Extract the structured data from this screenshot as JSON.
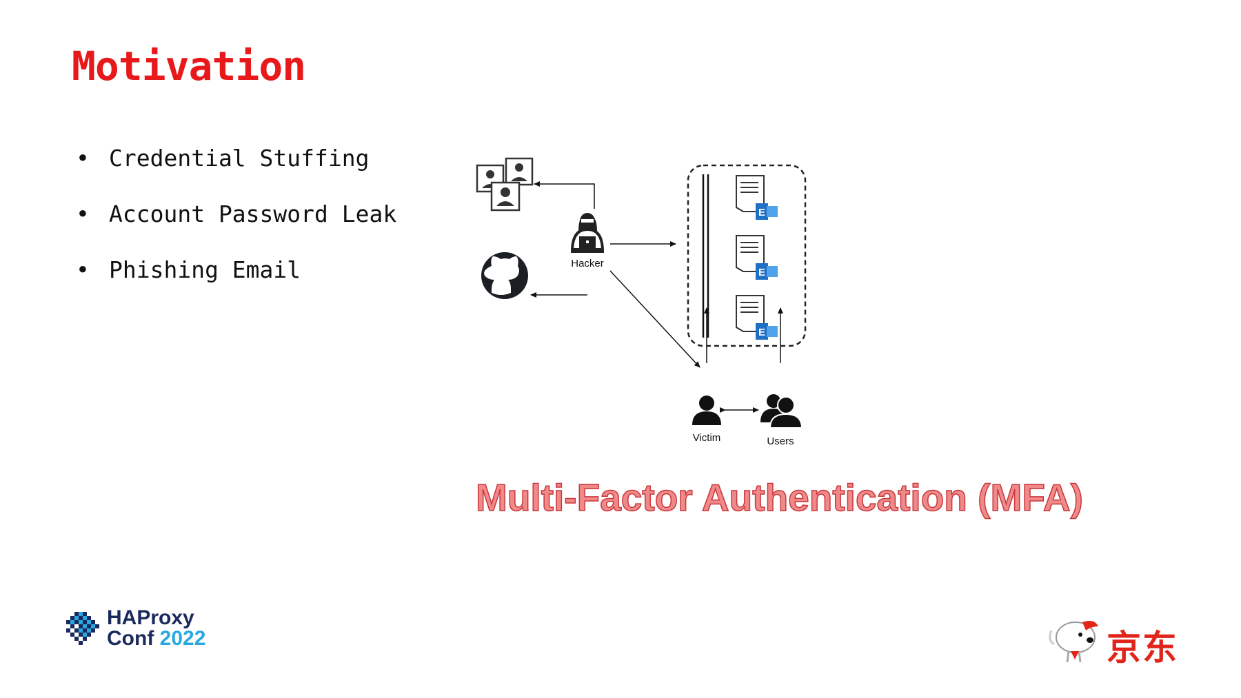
{
  "slide": {
    "title": "Motivation",
    "bullets": [
      "Credential Stuffing",
      "Account Password Leak",
      "Phishing Email"
    ],
    "bullet_symbol": "•",
    "highlight": "Multi-Factor Authentication (MFA)"
  },
  "diagram": {
    "labels": {
      "hacker": "Hacker",
      "victim": "Victim",
      "users": "Users",
      "exchange_badge": "E"
    },
    "icons": [
      "profiles-icon",
      "hacker-icon",
      "github-icon",
      "document-icon",
      "exchange-icon",
      "victim-icon",
      "users-icon"
    ]
  },
  "footer": {
    "conf_name": "HAProxy",
    "conf_word": "Conf",
    "conf_year": "2022",
    "sponsor": "京东"
  },
  "colors": {
    "title": "#e8191b",
    "highlight_fill": "#f08a8a",
    "highlight_stroke": "#c9363a",
    "exchange_blue": "#1f6fc5",
    "ha_navy": "#1b2a5c",
    "ha_blue": "#27a8e0",
    "jd_red": "#e1251b"
  }
}
